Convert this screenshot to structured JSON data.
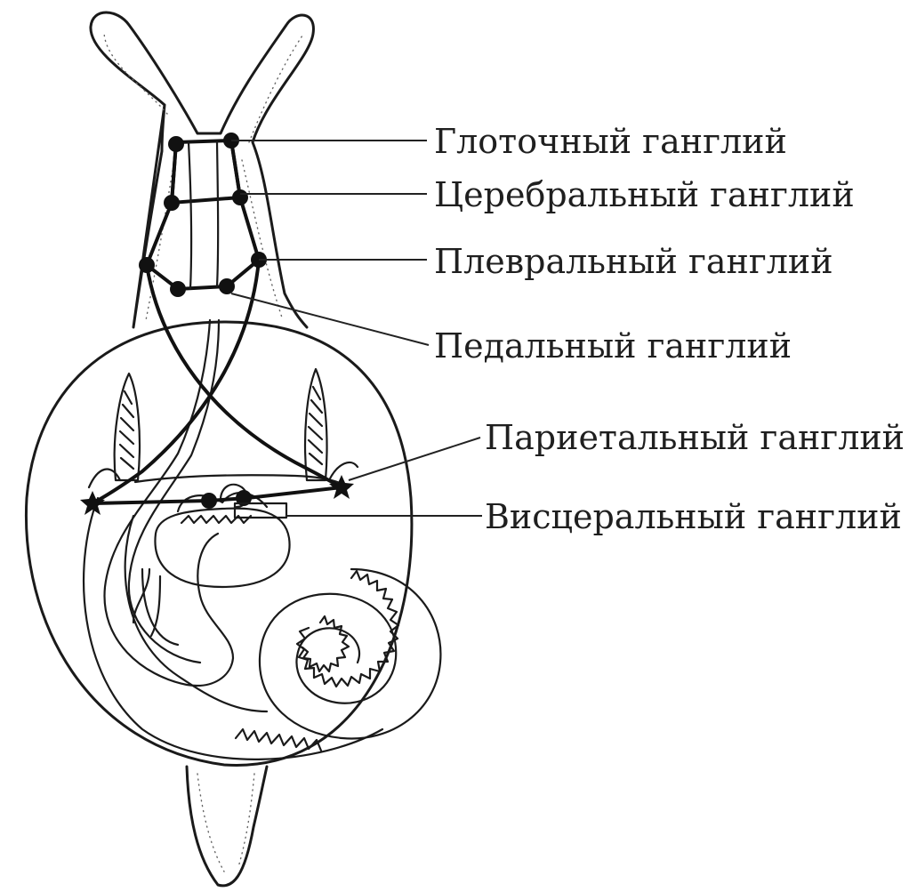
{
  "labels": {
    "pharyngeal": "Глоточный ганглий",
    "cerebral": "Церебральный ганглий",
    "pleural": "Плевральный ганглий",
    "pedal": "Педальный ганглий",
    "parietal": "Париетальный ганглий",
    "visceral": "Висцеральный ганглий"
  }
}
